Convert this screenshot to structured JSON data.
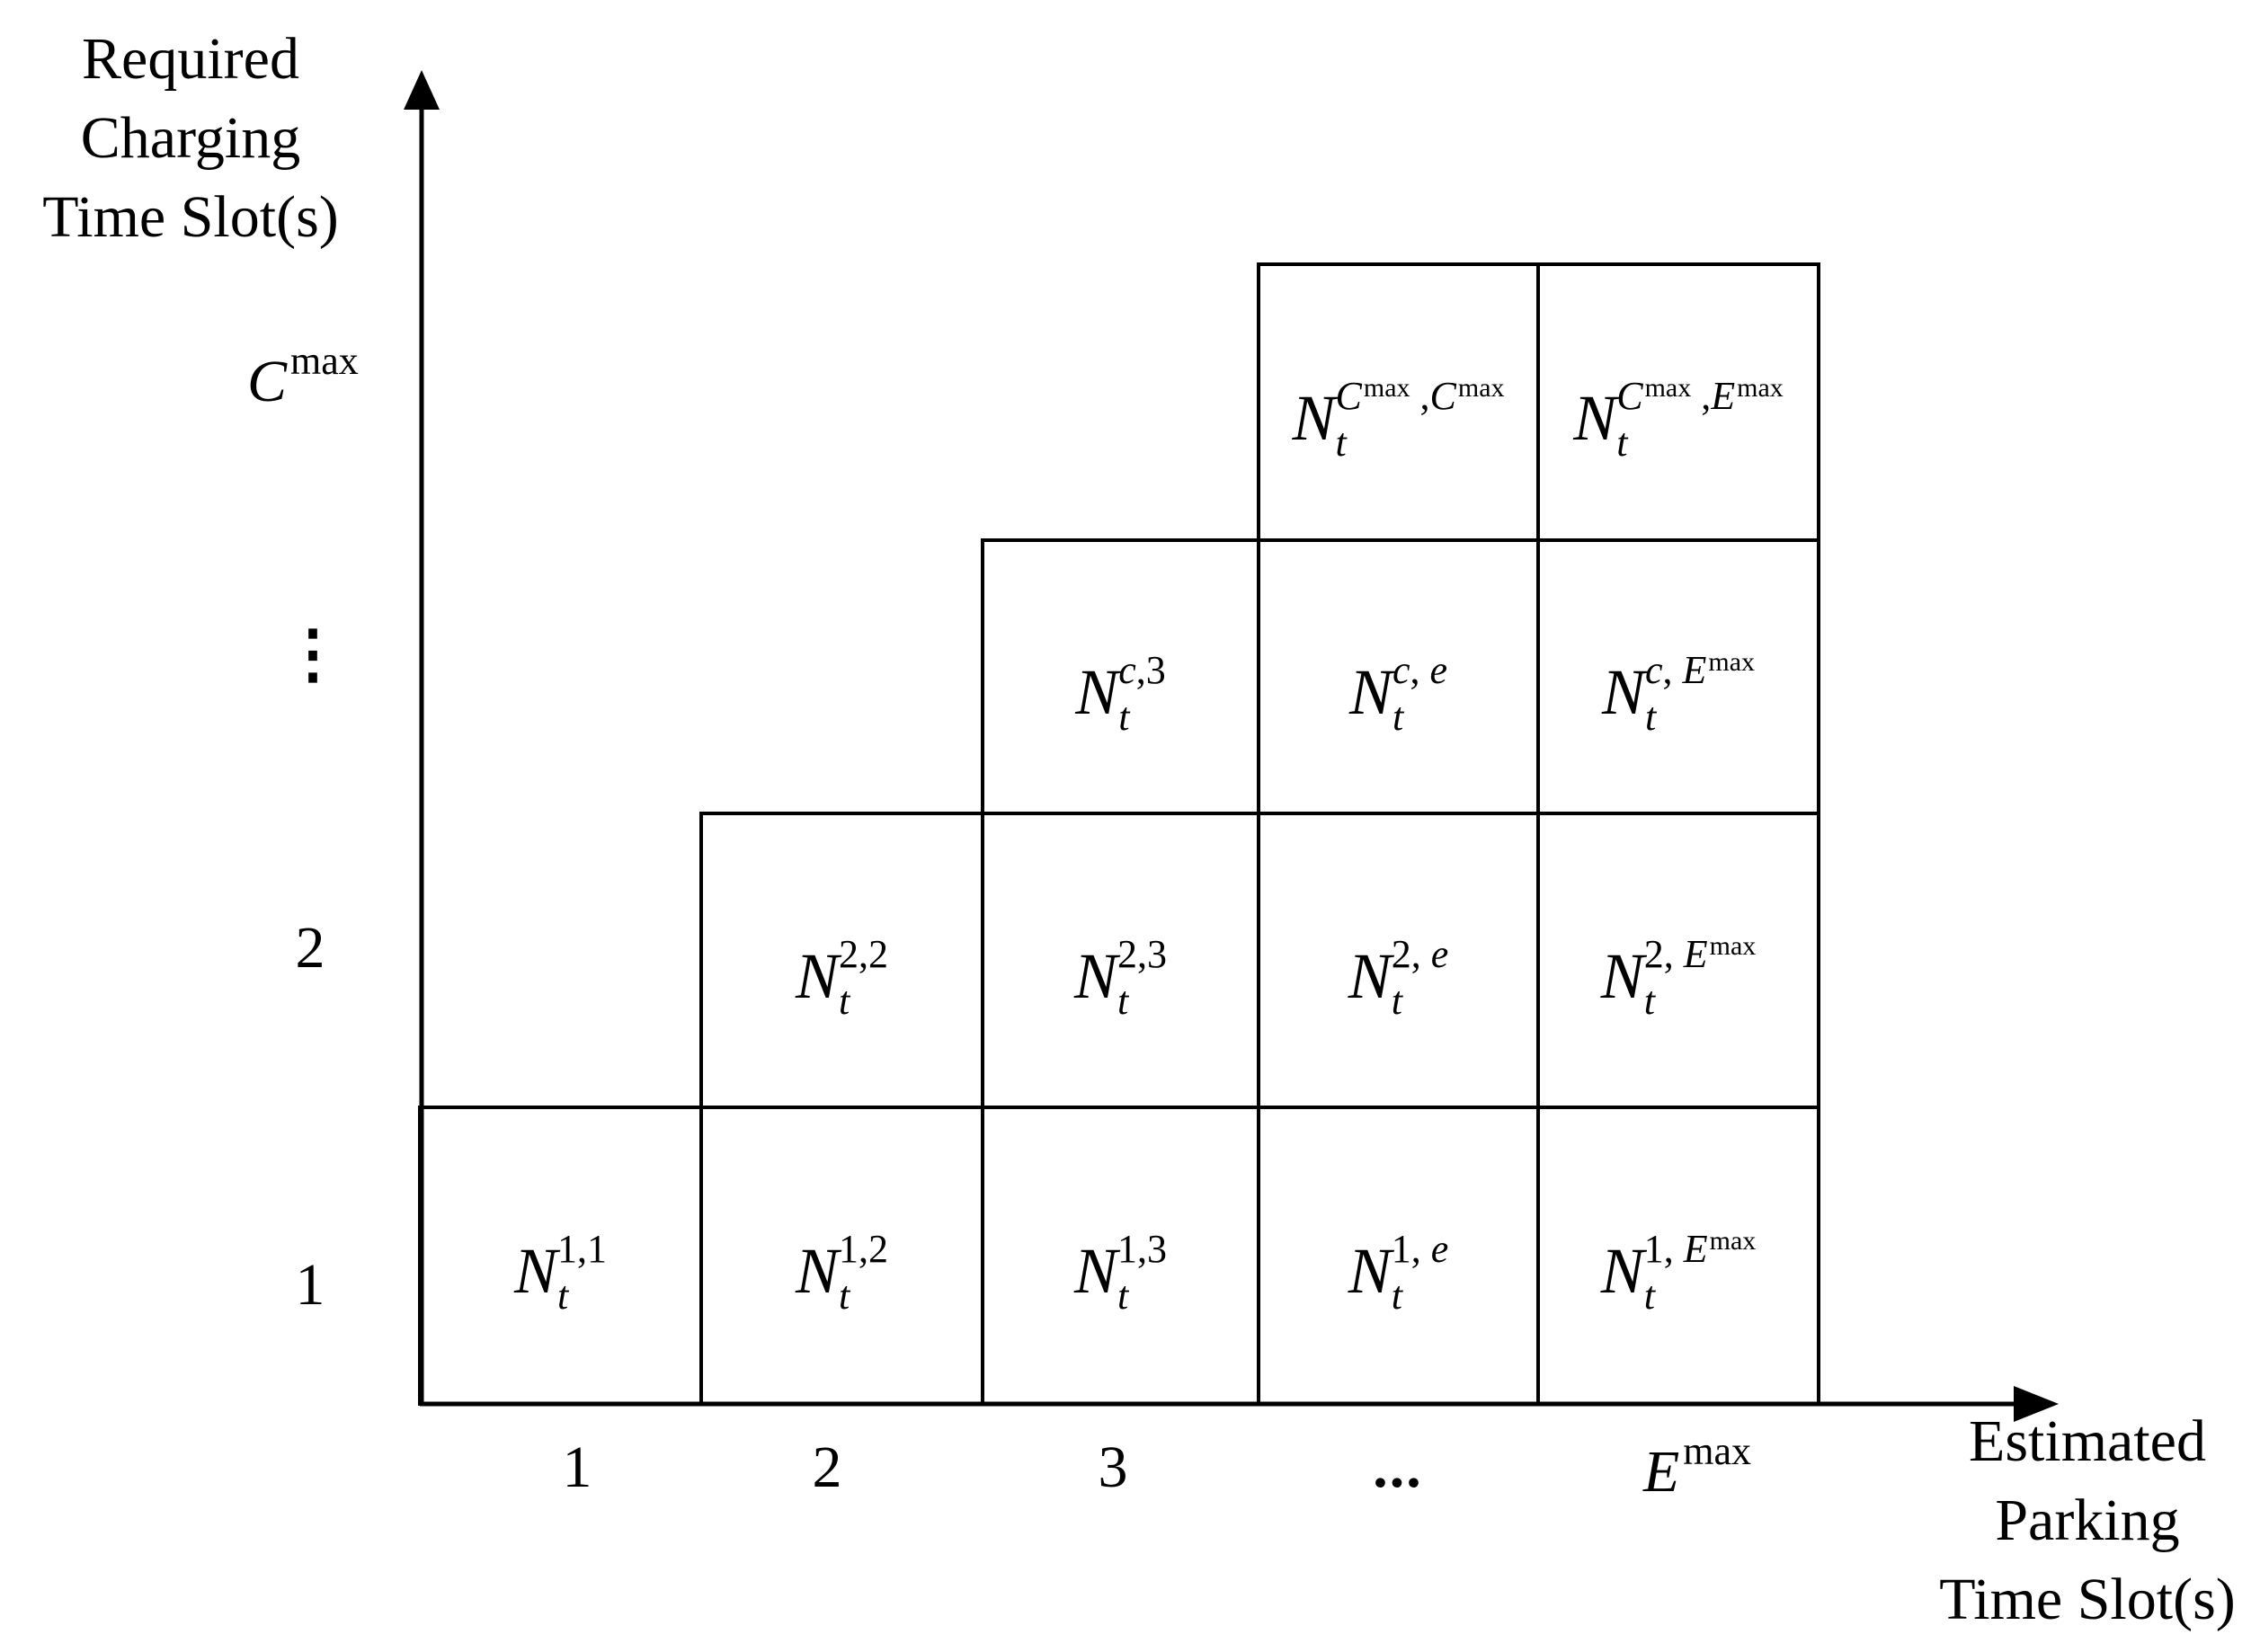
{
  "y_axis": {
    "title_lines": [
      "Required",
      "Charging",
      "Time Slot(s)"
    ],
    "ticks": [
      {
        "text": "C",
        "sup": "max",
        "row": 4
      },
      {
        "text": "⋮",
        "row": 3
      },
      {
        "text": "2",
        "row": 2
      },
      {
        "text": "1",
        "row": 1
      }
    ]
  },
  "x_axis": {
    "title_lines": [
      "Estimated",
      "Parking",
      "Time Slot(s)"
    ],
    "ticks": [
      {
        "text": "1",
        "col": 1
      },
      {
        "text": "2",
        "col": 2
      },
      {
        "text": "3",
        "col": 3
      },
      {
        "text": "...",
        "col": 4
      },
      {
        "text": "E",
        "sup": "max",
        "col": 5
      }
    ]
  },
  "cells": [
    {
      "row": 1,
      "col": 1,
      "base": "N",
      "sub": "t",
      "sup": "1,1"
    },
    {
      "row": 1,
      "col": 2,
      "base": "N",
      "sub": "t",
      "sup": "1,2"
    },
    {
      "row": 1,
      "col": 3,
      "base": "N",
      "sub": "t",
      "sup": "1,3"
    },
    {
      "row": 1,
      "col": 4,
      "base": "N",
      "sub": "t",
      "sup": "1, e"
    },
    {
      "row": 1,
      "col": 5,
      "base": "N",
      "sub": "t",
      "sup": "1, E^max"
    },
    {
      "row": 2,
      "col": 2,
      "base": "N",
      "sub": "t",
      "sup": "2,2"
    },
    {
      "row": 2,
      "col": 3,
      "base": "N",
      "sub": "t",
      "sup": "2,3"
    },
    {
      "row": 2,
      "col": 4,
      "base": "N",
      "sub": "t",
      "sup": "2, e"
    },
    {
      "row": 2,
      "col": 5,
      "base": "N",
      "sub": "t",
      "sup": "2, E^max"
    },
    {
      "row": 3,
      "col": 3,
      "base": "N",
      "sub": "t",
      "sup": "c,3"
    },
    {
      "row": 3,
      "col": 4,
      "base": "N",
      "sub": "t",
      "sup": "c, e"
    },
    {
      "row": 3,
      "col": 5,
      "base": "N",
      "sub": "t",
      "sup": "c, E^max"
    },
    {
      "row": 4,
      "col": 4,
      "base": "N",
      "sub": "t",
      "sup": "C^max ,C^max"
    },
    {
      "row": 4,
      "col": 5,
      "base": "N",
      "sub": "t",
      "sup": "C^max ,E^max"
    }
  ]
}
